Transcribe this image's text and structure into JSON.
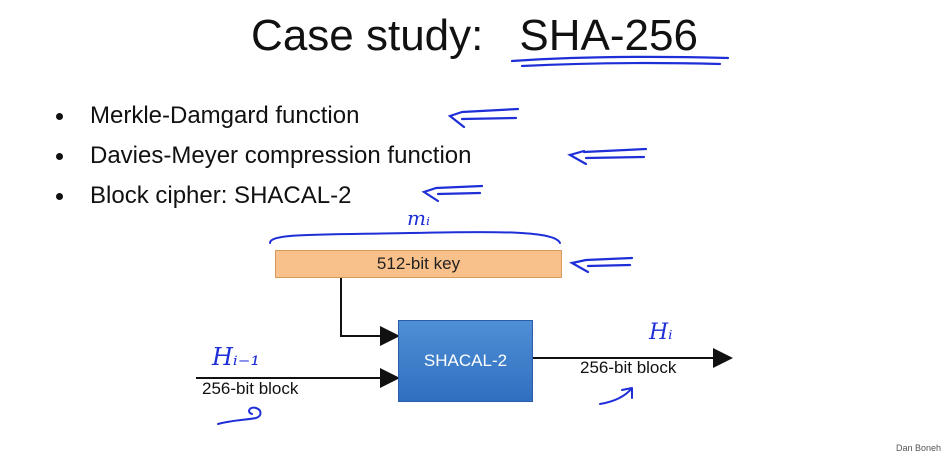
{
  "slide": {
    "title": "Case study:",
    "title_emphasis": "SHA-256",
    "bullets": [
      "Merkle-Damgard function",
      "Davies-Meyer compression function",
      "Block cipher:   SHACAL-2"
    ],
    "diagram": {
      "key_box": "512-bit key",
      "cipher_box": "SHACAL-2",
      "input_label": "256-bit block",
      "output_label": "256-bit block"
    },
    "annotations": {
      "message_block": "mᵢ",
      "input_hash": "Hᵢ₋₁",
      "output_hash": "Hᵢ"
    },
    "credit": "Dan Boneh"
  },
  "colors": {
    "ink": "#1f2fd8",
    "key_box_fill": "#f8c08a",
    "cipher_box_fill": "#3a7bcb"
  }
}
